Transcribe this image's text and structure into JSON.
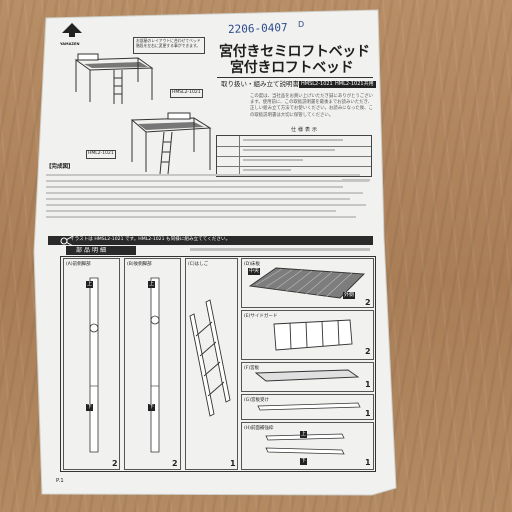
{
  "handwritten_number": "2206-0407",
  "stamp": "D",
  "brand_logo_text": "YAMAZEN",
  "layout_note": "お部屋のレイアウトに合わせてベッド階段を左右に変更する事ができます。",
  "title_line1": "宮付きセミロフトベッド",
  "title_line2": "宮付きロフトベッド",
  "subtitle": "取り扱い・組み立て説明書",
  "model_badges": [
    "HMSL2-1021",
    "HML2-1021共用"
  ],
  "intro_text": "この度は、当社品をお買い上げいただき誠にありがとうございます。使用前に、この取扱説明書を最後までお読みいただき、正しい組み立て方法でお使いください。お読みになった後、この取扱説明書は大切に保管してください。",
  "spec_title": "仕様表示",
  "bed_labels": [
    "HMSL2-1021",
    "HML2-1021"
  ],
  "finished_label": "【完成図】",
  "illustration_note": "イラストは HMSL2-1021 です。HML2-1021 も同様に組み立ててください。",
  "parts_section_title": "部品明細",
  "parts": [
    {
      "name": "(A)前側脚部",
      "qty": "2"
    },
    {
      "name": "(B)後側脚部",
      "qty": "2"
    },
    {
      "name": "(C)はしご",
      "qty": "1"
    },
    {
      "name": "(D)床板",
      "qty": "2"
    },
    {
      "name": "(E)サイドガード",
      "qty": "2"
    },
    {
      "name": "(F)宮板",
      "qty": "1"
    },
    {
      "name": "(G)宮板受け",
      "qty": "1"
    },
    {
      "name": "(H)前面補強枠",
      "qty": "1"
    }
  ],
  "part_tags": {
    "top": "上",
    "bottom": "下",
    "center": "中央",
    "outer": "外側"
  },
  "page_number": "P.1",
  "colors": {
    "paper": "#f1f1ef",
    "ink": "#1e1e1e",
    "table": "#b38a62"
  }
}
